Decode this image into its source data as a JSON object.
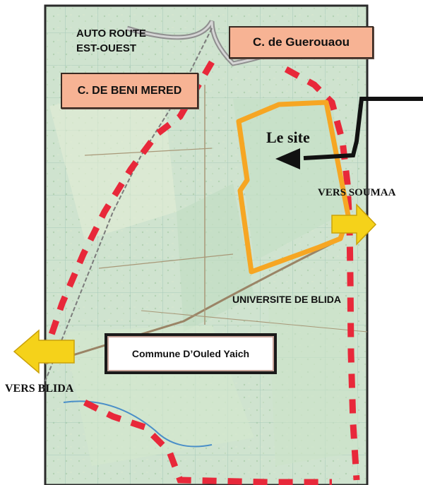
{
  "map": {
    "labels": {
      "autoroute": [
        "AUTO ROUTE",
        "EST-OUEST"
      ],
      "guerouaou": "C. de Guerouaou",
      "beni_mered": "C. DE BENI MERED",
      "le_site": "Le site",
      "vers_soumaa": "VERS SOUMAA",
      "universite": "UNIVERSITE DE  BLIDA",
      "commune_ouled_yaich": "Commune D’Ouled Yaich",
      "vers_blida": "VERS BLIDA"
    },
    "colors": {
      "map_base": "#cfe3cf",
      "boundary": "#e8283a",
      "site_outline": "#f6a623",
      "road": "#9a8466",
      "arrow_yellow": "#f5d21a",
      "label_box_fill": "#f7b394"
    },
    "icons": [
      "left-arrow-icon",
      "right-arrow-icon",
      "pointer-arrow-icon"
    ]
  }
}
